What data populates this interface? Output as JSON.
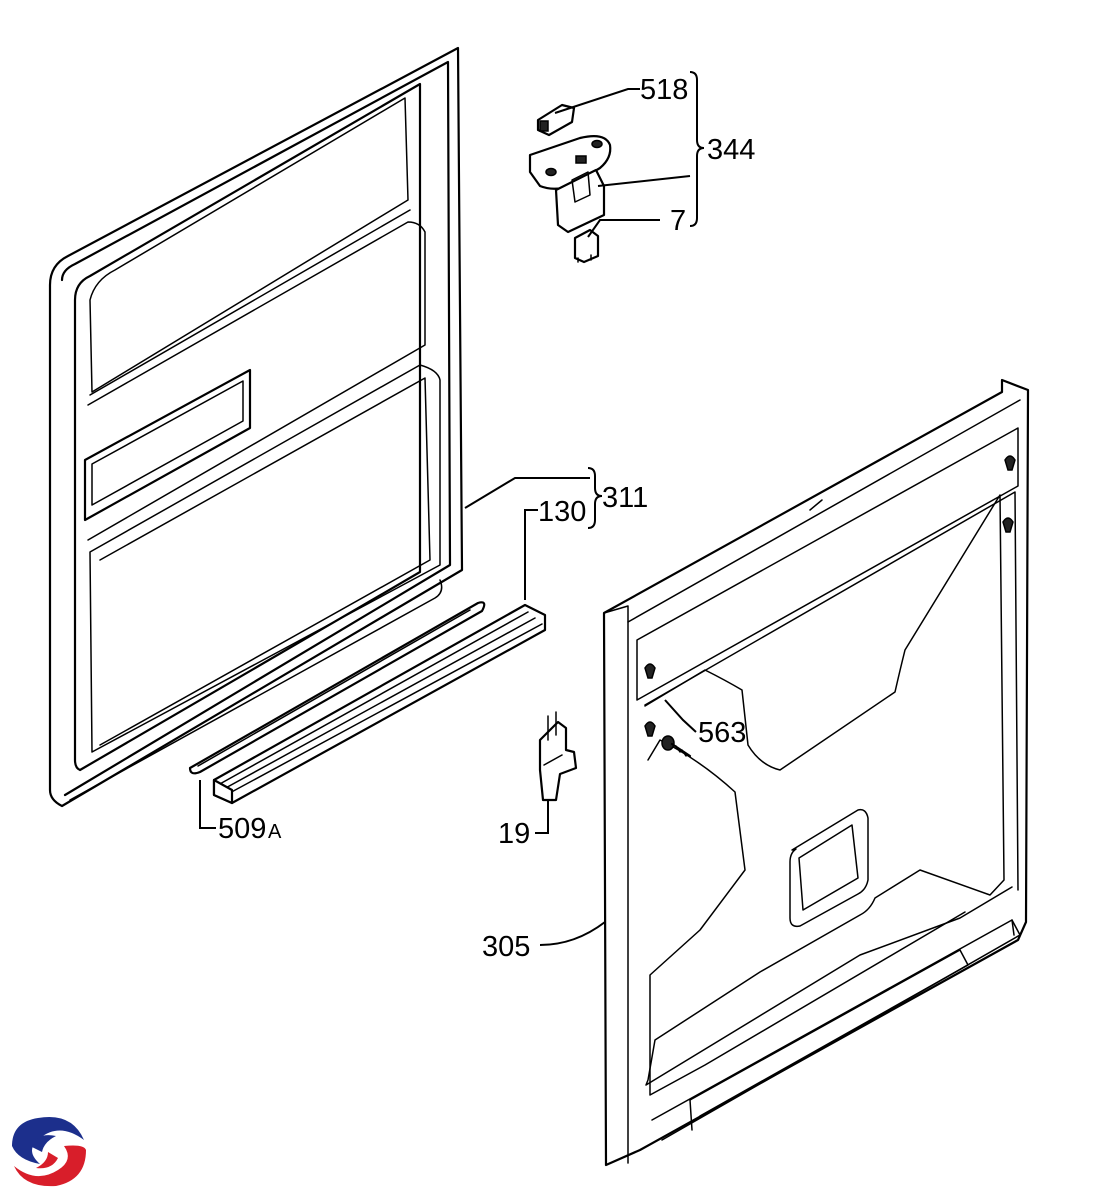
{
  "labels": {
    "p518": "518",
    "p344": "344",
    "p7": "7",
    "p311": "311",
    "p130": "130",
    "p509": "509",
    "p509_suffix": "A",
    "p563": "563",
    "p19": "19",
    "p305": "305"
  },
  "logo": {
    "icon": "spiral-swirl-logo-icon",
    "colors": [
      "#1c2f8c",
      "#d81e2a"
    ]
  }
}
